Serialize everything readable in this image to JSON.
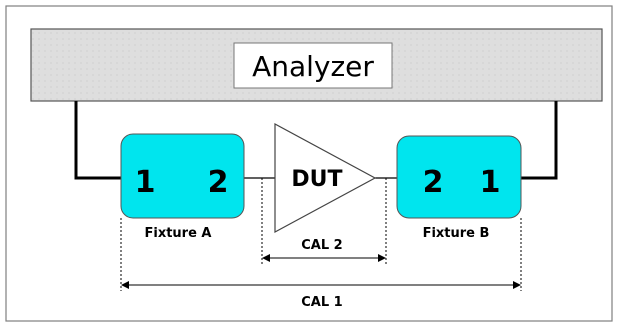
{
  "analyzer": {
    "label": "Analyzer"
  },
  "fixture_a": {
    "port_left": "1",
    "port_right": "2",
    "label": "Fixture A"
  },
  "dut": {
    "label": "DUT"
  },
  "fixture_b": {
    "port_left": "2",
    "port_right": "1",
    "label": "Fixture B"
  },
  "cal2": {
    "label": "CAL 2"
  },
  "cal1": {
    "label": "CAL 1"
  },
  "colors": {
    "fixture_fill": "#00e5ee",
    "analyzer_fill": "#d9d9d9",
    "frame_stroke": "#7f7f7f"
  }
}
